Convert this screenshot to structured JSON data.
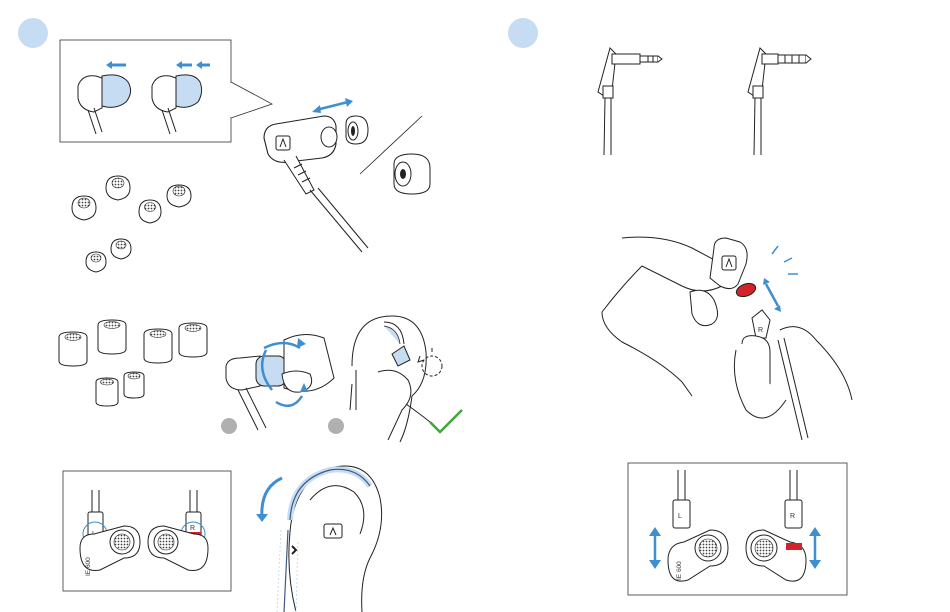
{
  "steps": [
    {
      "marker_color": "#c6dcf3"
    },
    {
      "marker_color": "#c6dcf3"
    }
  ],
  "earpiece_labels": {
    "left": "L",
    "right": "R",
    "model": "IE 600"
  },
  "colors": {
    "accent_blue": "#3d8fd1",
    "light_blue": "#c6dcf3",
    "right_marker_red": "#d2232a",
    "check_green": "#3aa935",
    "gray_dot": "#b0b0b0",
    "line": "#222222"
  },
  "icons": [
    "arrow-left-icon",
    "double-arrow-icon",
    "rotate-arrow-icon",
    "checkmark-icon",
    "sennheiser-logo",
    "sparkle-icon"
  ]
}
